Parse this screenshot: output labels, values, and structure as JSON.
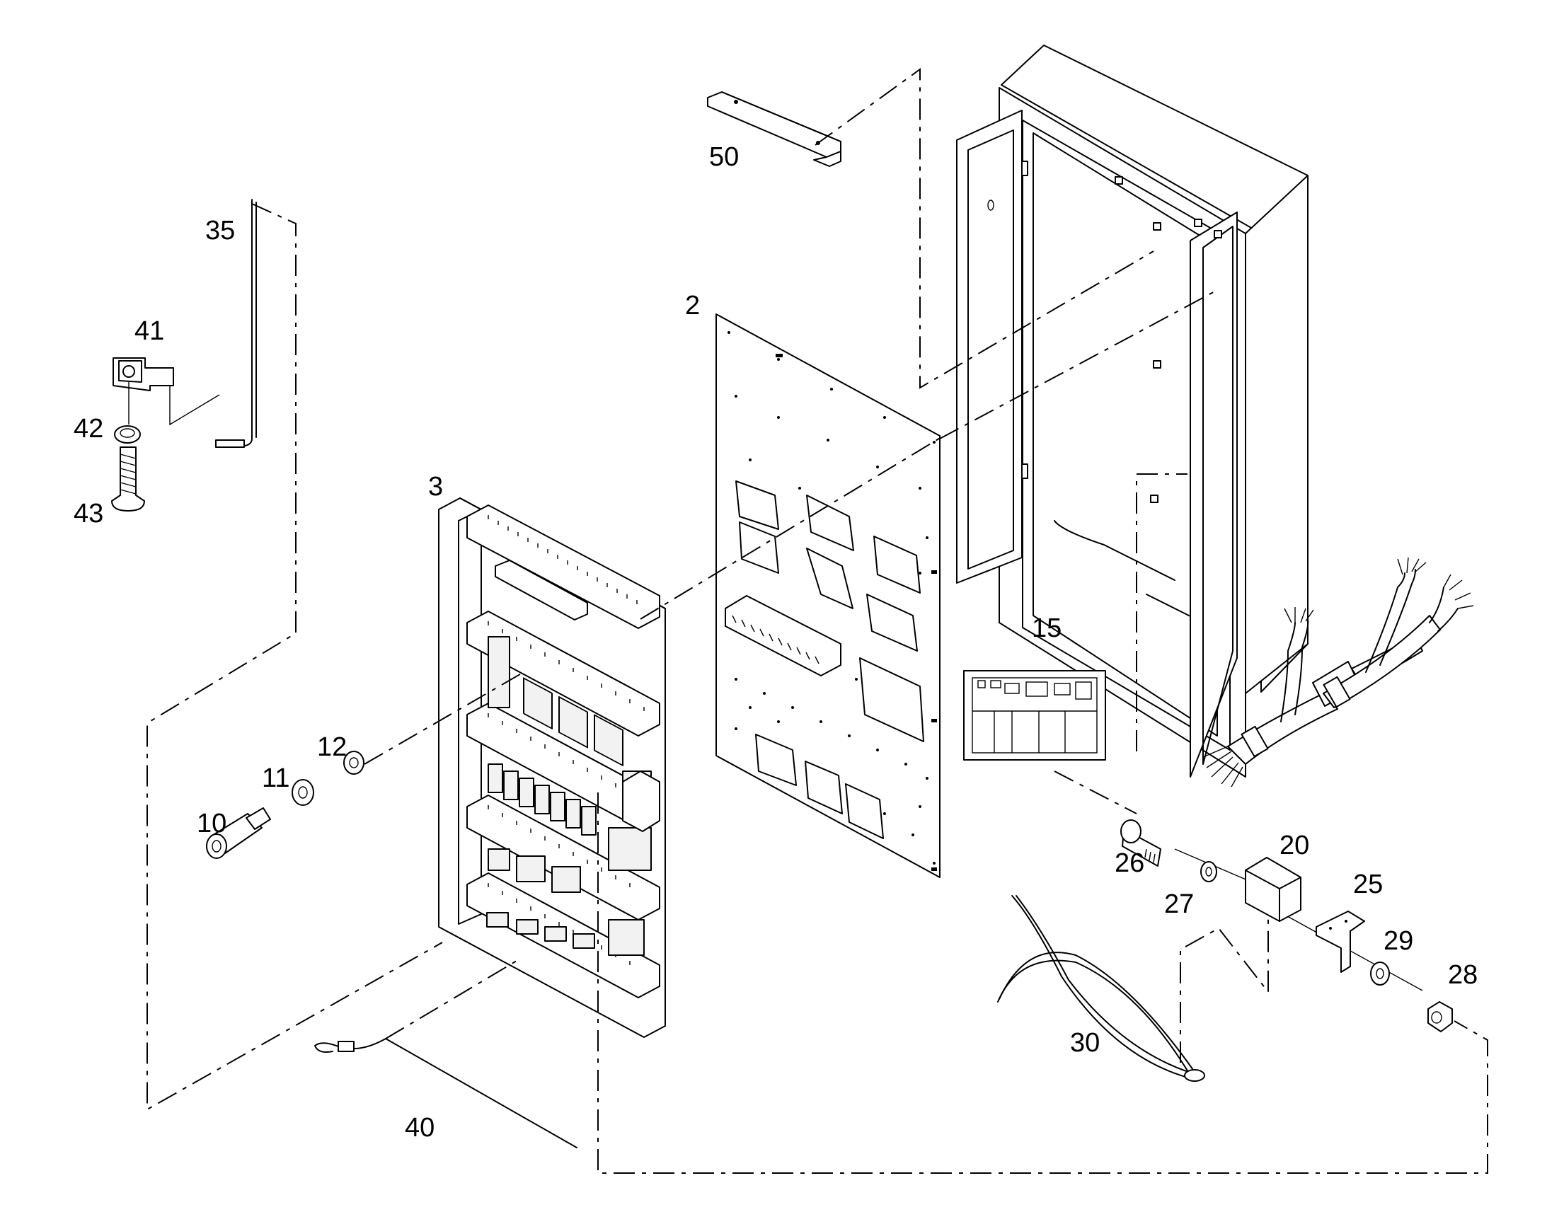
{
  "labels": {
    "p2": "2",
    "p3": "3",
    "p10": "10",
    "p11": "11",
    "p12": "12",
    "p15": "15",
    "p20": "20",
    "p25": "25",
    "p26": "26",
    "p27": "27",
    "p28": "28",
    "p29": "29",
    "p30": "30",
    "p35": "35",
    "p40": "40",
    "p41": "41",
    "p42": "42",
    "p43": "43",
    "p50": "50"
  }
}
